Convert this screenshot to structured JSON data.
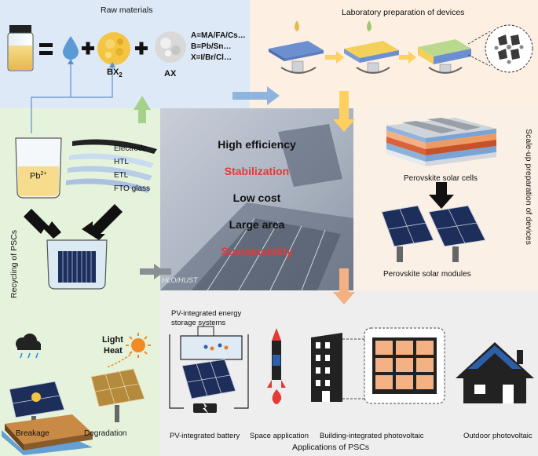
{
  "panels": {
    "raw_materials_title": "Raw materials",
    "lab_title": "Laboratory preparation of devices",
    "scaleup_title": "Scale-up preparation of devices",
    "recycling_title": "Recycling of PSCs",
    "applications_title": "Applications of PSCs"
  },
  "raw_materials": {
    "bx2_label": "BX",
    "bx2_sub": "2",
    "ax_label": "AX",
    "formula_a": "A=MA/FA/Cs…",
    "formula_b": "B=Pb/Sn…",
    "formula_x": "X=I/Br/Cl…"
  },
  "center": {
    "items": [
      "High efficiency",
      "Stabilization",
      "Low cost",
      "Large area",
      "Sustainability"
    ],
    "watermark": "HLO/HUST"
  },
  "recycling": {
    "beaker_label": "Pb",
    "beaker_sup": "2+",
    "layers": [
      "Electrode",
      "HTL",
      "ETL",
      "FTO glass"
    ]
  },
  "scaleup": {
    "cells_label": "Perovskite solar cells",
    "modules_label": "Perovskite solar modules"
  },
  "degradation": {
    "light_label": "Light",
    "heat_label": "Heat",
    "breakage_label": "Breakage",
    "degradation_label": "Degradation"
  },
  "applications": {
    "storage_label_1": "PV-integrated energy",
    "storage_label_2": "storage systems",
    "battery_label": "PV-integrated battery",
    "space_label": "Space application",
    "bipv_label": "Building-integrated photovoltaic",
    "outdoor_label": "Outdoor photovoltaic"
  },
  "colors": {
    "raw_bg": "#dde9f7",
    "lab_bg": "#fdf0e3",
    "recycle_bg": "#e6f3dc",
    "scale_bg": "#fbf0e6",
    "apps_bg": "#eeeeee",
    "accent_red": "#e53935",
    "arrow_blue": "#8fb4dd",
    "arrow_orange": "#f4b183",
    "arrow_yellow": "#ffd060",
    "arrow_green": "#a5d28a"
  }
}
